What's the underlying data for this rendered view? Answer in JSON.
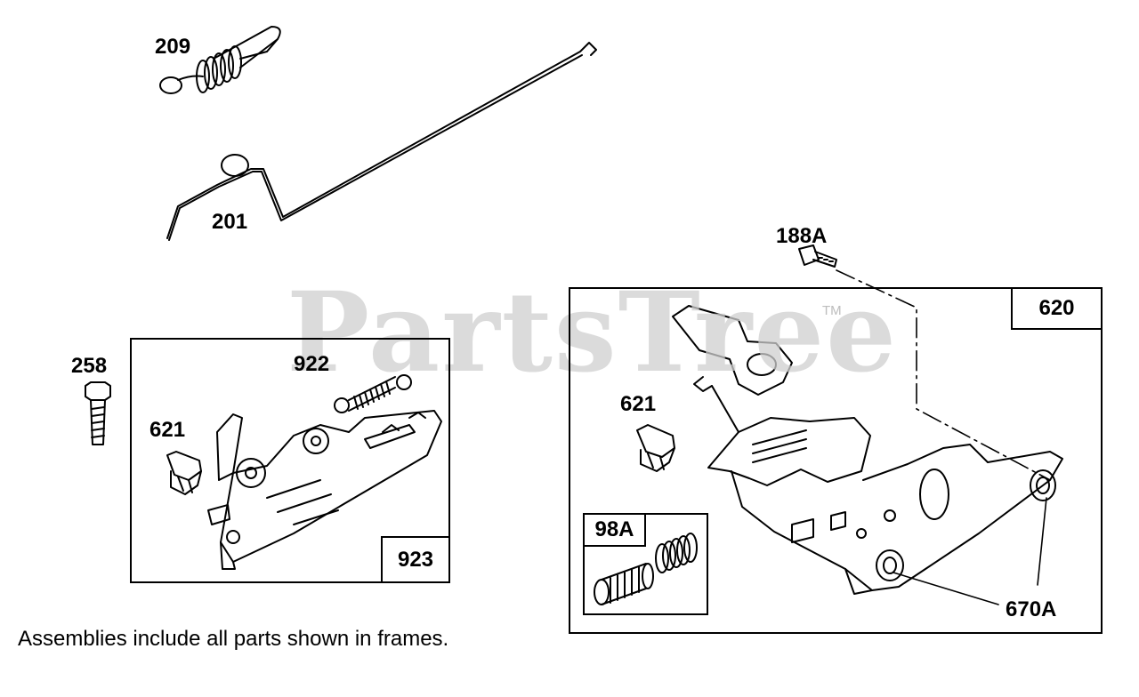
{
  "watermark": {
    "text": "PartsTree",
    "tm": "TM"
  },
  "labels": {
    "p209": "209",
    "p201": "201",
    "p188A": "188A",
    "p258": "258",
    "p922": "922",
    "p621_left": "621",
    "p621_right": "621",
    "p620": "620",
    "p923": "923",
    "p98A": "98A",
    "p670A": "670A"
  },
  "note": "Assemblies include all parts shown in frames.",
  "colors": {
    "line": "#000000",
    "watermark": "#cfcfcf",
    "background": "#ffffff"
  }
}
